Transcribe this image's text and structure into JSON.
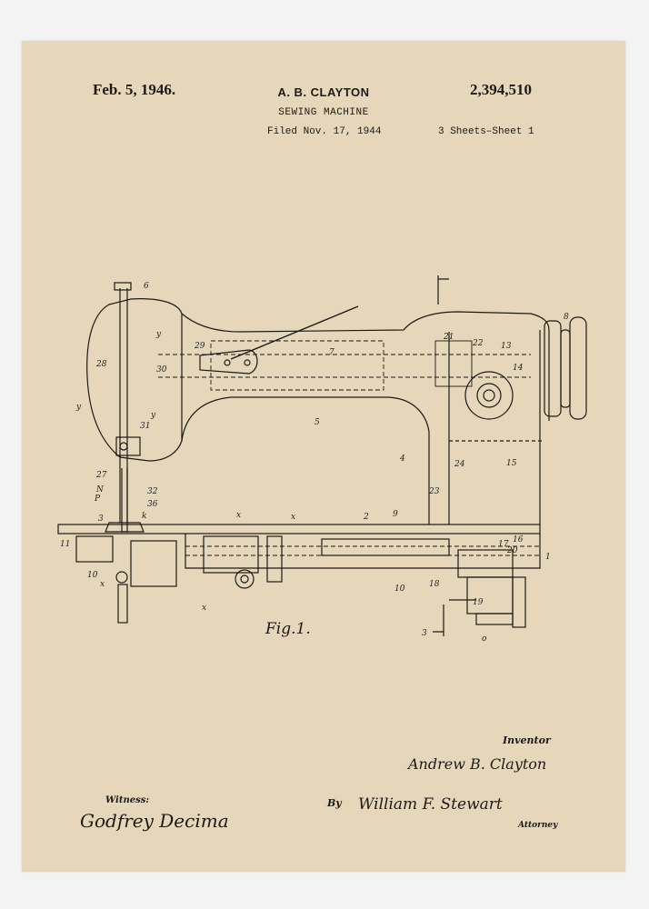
{
  "header": {
    "date": "Feb. 5, 1946.",
    "inventor": "A. B. CLAYTON",
    "patent_number": "2,394,510",
    "title": "SEWING MACHINE",
    "filed": "Filed Nov. 17, 1944",
    "sheets": "3 Sheets–Sheet 1"
  },
  "figure": {
    "label": "Fig.1.",
    "callouts": [
      "6",
      "y",
      "29",
      "7",
      "21",
      "22",
      "13",
      "8",
      "28",
      "30",
      "14",
      "y",
      "31",
      "5",
      "4",
      "15",
      "y",
      "24",
      "27",
      "N",
      "P",
      "32",
      "36",
      "23",
      "3",
      "k",
      "2",
      "9",
      "x",
      "x",
      "11",
      "1",
      "17",
      "20",
      "16",
      "10",
      "x",
      "x",
      "10",
      "18",
      "19",
      "3",
      "o"
    ]
  },
  "signatures": {
    "inventor_label": "Inventor",
    "inventor_name": "Andrew B. Clayton",
    "witness_label": "Witness:",
    "witness_name": "Godfrey Decima",
    "by_label": "By",
    "attorney_name": "William F. Stewart",
    "attorney_label": "Attorney"
  },
  "colors": {
    "paper": "#e6d7ba",
    "ink": "#1c1a17",
    "frame": "#f3f3f3"
  }
}
